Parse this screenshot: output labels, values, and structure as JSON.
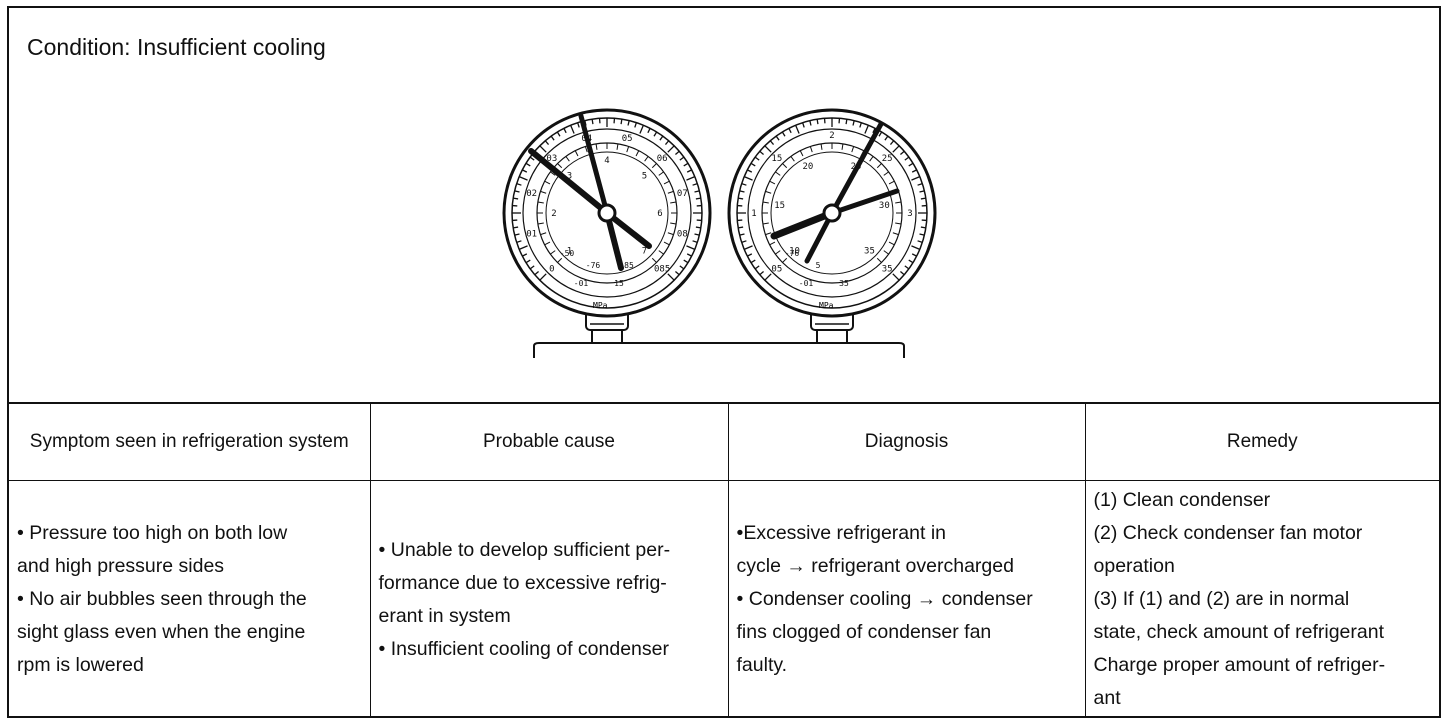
{
  "condition": {
    "title": "Condition: Insufficient cooling"
  },
  "gauges": {
    "low": {
      "outer_ticks": [
        "0",
        "01",
        "02",
        "03",
        "04",
        "05",
        "06",
        "07",
        "08",
        "085"
      ],
      "inner_ticks": [
        "1",
        "2",
        "3",
        "4",
        "5",
        "6",
        "7"
      ],
      "bottom_labels": [
        "-01",
        "15",
        "-50",
        "-76",
        "85"
      ],
      "unit_label": "MPa"
    },
    "high": {
      "outer_ticks": [
        "05",
        "1",
        "15",
        "2",
        "25",
        "3",
        "35"
      ],
      "inner_ticks": [
        "10",
        "15",
        "20",
        "25",
        "30",
        "35"
      ],
      "bottom_labels": [
        "-01",
        "35",
        "-76",
        "5"
      ],
      "unit_label": "MPa"
    }
  },
  "table": {
    "headers": [
      "Symptom seen in refrigeration system",
      "Probable cause",
      "Diagnosis",
      "Remedy"
    ],
    "symptom": [
      "• Pressure too high on both low",
      "and high pressure sides",
      "• No air bubbles seen through the",
      "sight glass even when the engine",
      "rpm is lowered"
    ],
    "cause": [
      "• Unable to develop sufficient per-",
      "formance due to excessive refrig-",
      "erant in system",
      "• Insufficient cooling of condenser"
    ],
    "diagnosis": [
      "•Excessive refrigerant in",
      "cycle → refrigerant overcharged",
      "• Condenser cooling → condenser",
      "fins clogged of condenser fan",
      "faulty."
    ],
    "remedy": [
      "(1) Clean condenser",
      "(2) Check condenser fan motor",
      "operation",
      "(3) If (1) and (2) are in normal",
      "state, check amount of refrigerant",
      "Charge proper amount of refriger-",
      "ant"
    ]
  }
}
